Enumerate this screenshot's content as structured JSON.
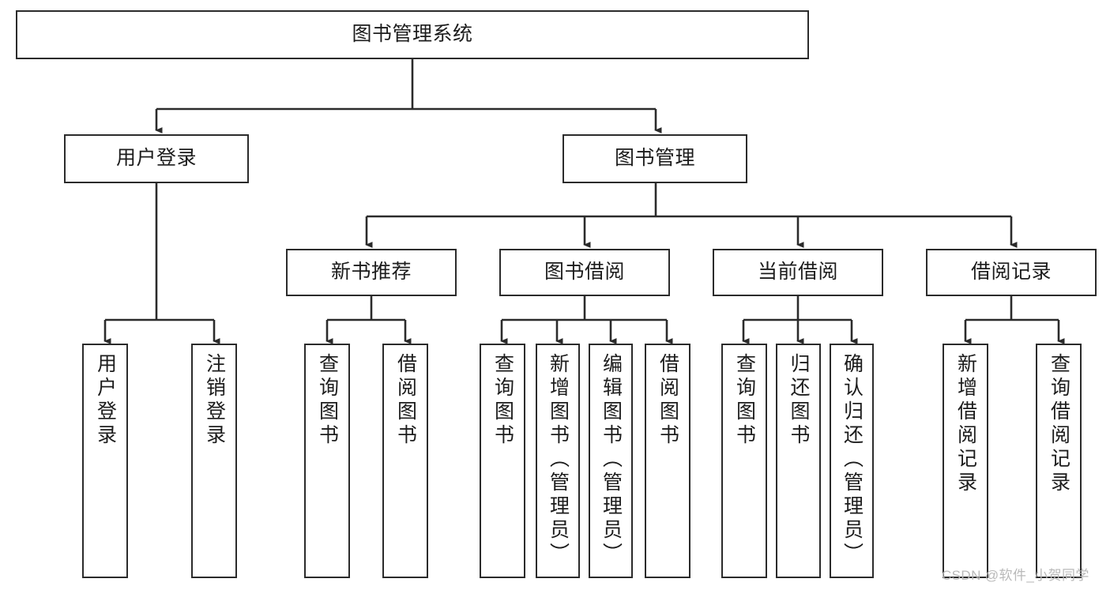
{
  "diagram": {
    "title": "图书管理系统",
    "type": "tree-hierarchy-chart",
    "colors": {
      "box_border": "#2b2b2b",
      "box_fill": "#ffffff",
      "connector": "#2b2b2b",
      "text": "#1c1c1c",
      "watermark": "#b9b9b9",
      "background": "#ffffff"
    },
    "root": {
      "label": "图书管理系统"
    },
    "level2": [
      {
        "label": "用户登录"
      },
      {
        "label": "图书管理"
      }
    ],
    "level3": [
      {
        "label": "新书推荐"
      },
      {
        "label": "图书借阅"
      },
      {
        "label": "当前借阅"
      },
      {
        "label": "借阅记录"
      }
    ],
    "leaves": {
      "user_login": [
        {
          "label": "用户登录"
        },
        {
          "label": "注销登录"
        }
      ],
      "new_book_recommend": [
        {
          "label": "查询图书"
        },
        {
          "label": "借阅图书"
        }
      ],
      "book_borrow": [
        {
          "label": "查询图书"
        },
        {
          "label": "新增图书（管理员）"
        },
        {
          "label": "编辑图书（管理员）"
        },
        {
          "label": "借阅图书"
        }
      ],
      "current_borrow": [
        {
          "label": "查询图书"
        },
        {
          "label": "归还图书"
        },
        {
          "label": "确认归还（管理员）"
        }
      ],
      "borrow_record": [
        {
          "label": "新增借阅记录"
        },
        {
          "label": "查询借阅记录"
        }
      ]
    },
    "watermark": "CSDN @软件_小贺同学"
  }
}
